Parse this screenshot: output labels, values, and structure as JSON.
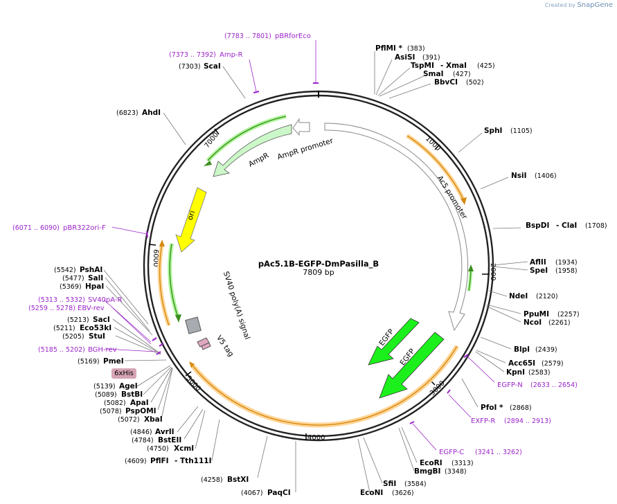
{
  "brand": {
    "created_by": "Created by",
    "name": "SnapGene"
  },
  "plasmid": {
    "name": "pAc5.1B-EGFP-DmPasilla_B",
    "size": "7809 bp"
  },
  "ticks": [
    "1000",
    "2000",
    "3000",
    "4000",
    "5000",
    "6000",
    "7000"
  ],
  "features": {
    "ampr_promoter": "AmpR promoter",
    "ampr": "AmpR",
    "ori": "ori",
    "ac5": "Ac5 promoter",
    "sv40": "SV40 poly(A) signal",
    "v5": "V5 tag",
    "egfp1": "EGFP",
    "egfp2": "EGFP",
    "his": "6xHis"
  },
  "sites": [
    {
      "name": "PflMI *",
      "pos": "(383)"
    },
    {
      "name": "AsiSI",
      "pos": "(391)"
    },
    {
      "name": "TspMI",
      "pos": "- XmaI",
      "pos2": "(425)"
    },
    {
      "name": "SmaI",
      "pos": "(427)"
    },
    {
      "name": "BbvCI",
      "pos": "(502)"
    },
    {
      "name": "SphI",
      "pos": "(1105)"
    },
    {
      "name": "NsiI",
      "pos": "(1406)"
    },
    {
      "name": "BspDI",
      "pos": "- ClaI",
      "pos2": "(1708)"
    },
    {
      "name": "AflII",
      "pos": "(1934)"
    },
    {
      "name": "SpeI",
      "pos": "(1958)"
    },
    {
      "name": "NdeI",
      "pos": "(2120)"
    },
    {
      "name": "PpuMI",
      "pos": "(2257)"
    },
    {
      "name": "NcoI",
      "pos": "(2261)"
    },
    {
      "name": "BlpI",
      "pos": "(2439)"
    },
    {
      "name": "Acc65I",
      "pos": "(2579)"
    },
    {
      "name": "KpnI",
      "pos": "(2583)"
    },
    {
      "name": "PfoI *",
      "pos": "(2868)"
    },
    {
      "name": "EcoRI",
      "pos": "(3313)"
    },
    {
      "name": "BmgBI",
      "pos": "(3348)"
    },
    {
      "name": "SfiI",
      "pos": "(3584)"
    },
    {
      "name": "EcoNI",
      "pos": "(3626)"
    },
    {
      "name": "PaqCI",
      "pos": "(4067)"
    },
    {
      "name": "BstXI",
      "pos": "(4258)"
    },
    {
      "name": "PflFI",
      "pos": "(4609)",
      "extra": "- Tth111I"
    },
    {
      "name": "XcmI",
      "pos": "(4750)"
    },
    {
      "name": "BstEII",
      "pos": "(4784)"
    },
    {
      "name": "AvrII",
      "pos": "(4846)"
    },
    {
      "name": "XbaI",
      "pos": "(5072)"
    },
    {
      "name": "PspOMI",
      "pos": "(5078)"
    },
    {
      "name": "ApaI",
      "pos": "(5082)"
    },
    {
      "name": "BstBI",
      "pos": "(5089)"
    },
    {
      "name": "AgeI",
      "pos": "(5139)"
    },
    {
      "name": "PmeI",
      "pos": "(5169)"
    },
    {
      "name": "StuI",
      "pos": "(5205)"
    },
    {
      "name": "Eco53kI",
      "pos": "(5211)"
    },
    {
      "name": "SacI",
      "pos": "(5213)"
    },
    {
      "name": "HpaI",
      "pos": "(5369)"
    },
    {
      "name": "SalI",
      "pos": "(5477)"
    },
    {
      "name": "PshAI",
      "pos": "(5542)"
    },
    {
      "name": "AhdI",
      "pos": "(6823)"
    },
    {
      "name": "ScaI",
      "pos": "(7303)"
    }
  ],
  "primers": [
    {
      "name": "pBRforEco",
      "pos": "(7783 .. 7801)"
    },
    {
      "name": "Amp-R",
      "pos": "(7373 .. 7392)"
    },
    {
      "name": "pBR322ori-F",
      "pos": "(6071 .. 6090)"
    },
    {
      "name": "SV40pA-R",
      "pos": "(5313 .. 5332)"
    },
    {
      "name": "EBV-rev",
      "pos": "(5259 .. 5278)"
    },
    {
      "name": "BGH-rev",
      "pos": "(5185 .. 5202)"
    },
    {
      "name": "EGFP-N",
      "pos": "(2633 .. 2654)"
    },
    {
      "name": "EXFP-R",
      "pos": "(2894 .. 2913)"
    },
    {
      "name": "EGFP-C",
      "pos": "(3241 .. 3262)"
    }
  ]
}
